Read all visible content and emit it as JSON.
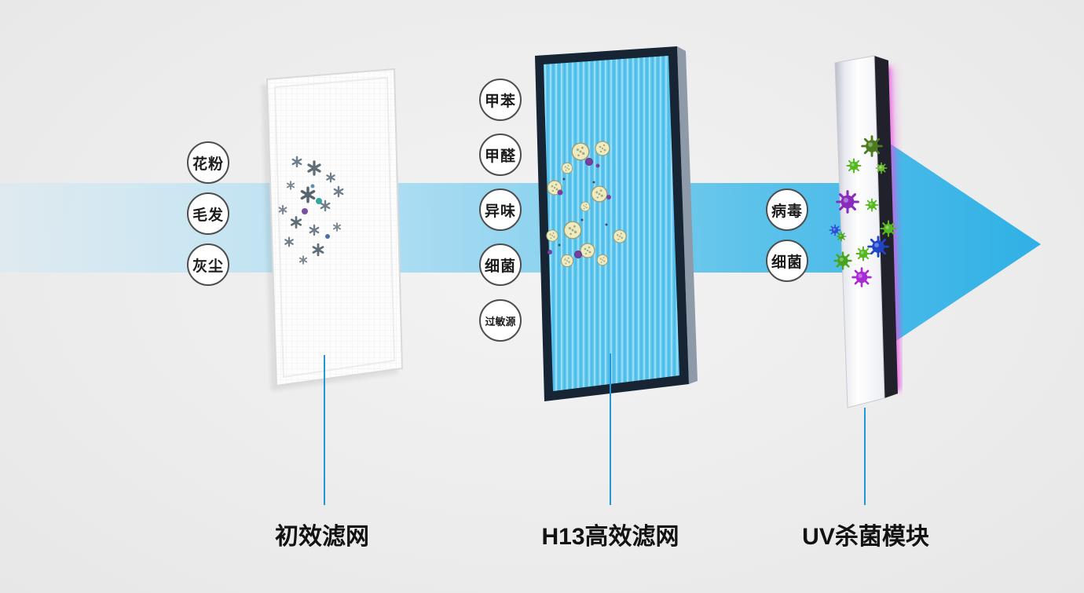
{
  "stages": [
    {
      "label": "初效滤网",
      "inputs": [
        "花粉",
        "毛发",
        "灰尘"
      ]
    },
    {
      "label": "H13高效滤网",
      "inputs": [
        "甲苯",
        "甲醛",
        "异味",
        "细菌",
        "过敏源"
      ]
    },
    {
      "label": "UV杀菌模块",
      "inputs": [
        "病毒",
        "细菌"
      ]
    }
  ],
  "icons": {
    "airflow": "flow-arrow-right",
    "dust": "dust-particle-icon",
    "pollen": "pollen-particle-icon",
    "virus": "virus-icon"
  },
  "colors": {
    "background": "#ececec",
    "arrow_blue": "#3fb6e8",
    "hepa_frame": "#162433",
    "hepa_media": "#5cc8f1",
    "uv_glow": "#ef4fe4",
    "leader_line": "#2496d4",
    "virus_green": "#54b81f",
    "virus_purple": "#8a2bbf",
    "virus_blue": "#1f44c8",
    "label_text": "#121212"
  }
}
